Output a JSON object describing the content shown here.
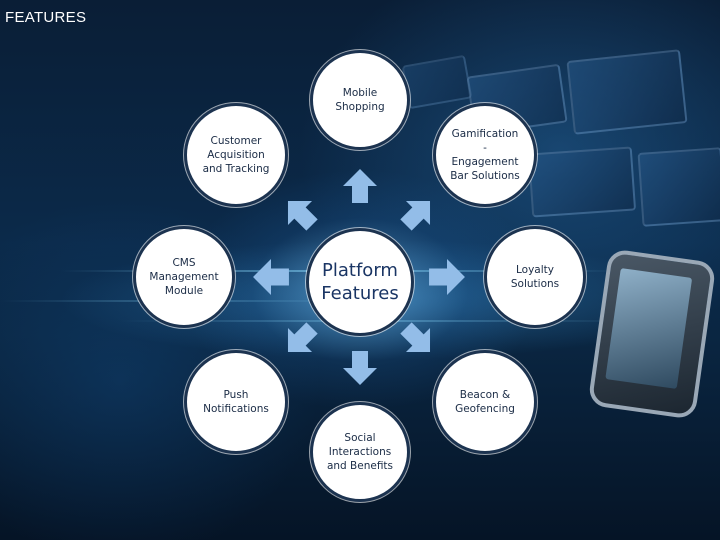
{
  "title": "FEATURES",
  "center": "Platform\nFeatures",
  "nodes": {
    "mobile_shopping": "Mobile\nShopping",
    "gamification": "Gamification\n-\nEngagement\nBar Solutions",
    "loyalty": "Loyalty\nSolutions",
    "beacon": "Beacon &\nGeofencing",
    "social": "Social\nInteractions\nand Benefits",
    "push": "Push\nNotifications",
    "cms": "CMS\nManagement\nModule",
    "customer": "Customer\nAcquisition\nand Tracking"
  },
  "colors": {
    "arrow": "#93bde8",
    "node_border": "#1c3350",
    "text": "#1a2b45"
  }
}
